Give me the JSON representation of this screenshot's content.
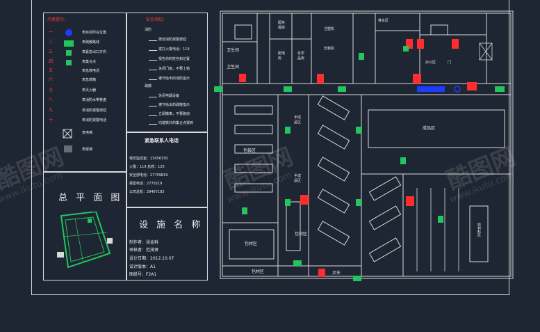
{
  "legend": {
    "title": "示意提示：",
    "rows": [
      {
        "num": "一",
        "text": "表目前所在位置"
      },
      {
        "num": "二",
        "text": "表疏散路线"
      },
      {
        "num": "三",
        "text": "表紧急出口方向"
      },
      {
        "num": "四",
        "text": "表集合点"
      },
      {
        "num": "五",
        "text": "表急救电话"
      },
      {
        "num": "六",
        "text": "表急救箱"
      },
      {
        "num": "七",
        "text": "表灭火器"
      },
      {
        "num": "八",
        "text": "表消防水带卷盘"
      },
      {
        "num": "九",
        "text": "表消防报警按钮"
      },
      {
        "num": "十",
        "text": "表消防报警电话"
      },
      {
        "num": "",
        "text": "表电梯"
      },
      {
        "num": "",
        "text": "表楼梯"
      }
    ]
  },
  "safety": {
    "title": "安全须知：",
    "fire_title": "消防",
    "fire_items": [
      "按动消防报警按钮",
      "拨打火警电话：119",
      "报告你的姓名和位置",
      "关闭门窗，不要上锁",
      "遵守给出的消防指示"
    ],
    "evac_title": "疏散",
    "evac_items": [
      "关闭电器设备",
      "遵守给出的疏散指示",
      "立即撤离，不要跑动",
      "向建筑外的集合点报到"
    ]
  },
  "contacts": {
    "title": "紧急联系人电话",
    "rows": [
      "保安监控室：23056330",
      "火警：119    急救：120",
      "安全部电话：27709819",
      "报案电话：2770219",
      "公司总机：29467183"
    ]
  },
  "general_plan_title": "总 平 面 图",
  "facility": {
    "title": "设 施 名 称",
    "maker": "制作者：张金科",
    "reviewer": "审核者：范茂贤",
    "date": "设计日期：2012.10.07",
    "version": "设计版本：A1",
    "drawing_no": "图纸号：F2A1"
  },
  "rooms": {
    "wc1": "卫生间",
    "wc2": "卫生间",
    "service": "服务\n视房",
    "power": "配电\n房",
    "chem": "化学\n品房",
    "molding1": "注塑机",
    "molding2": "剪板机",
    "packing_top": "包装区",
    "semi1": "半成\n品区",
    "semi2": "半成\n品区",
    "finished": "成品区",
    "material1": "包材区",
    "material2": "包材区",
    "material3": "包材区",
    "fork": "叉车",
    "storage": "堆车区",
    "office": "办公区",
    "gate": "门",
    "raw": "原材料区"
  },
  "watermark": {
    "brand": "酷图网",
    "url": "www.ikutu.com"
  },
  "colors": {
    "line": "#d9d9d9",
    "red": "#ff2d2d",
    "green": "#22c55e",
    "blue": "#1e3cff",
    "bg": "#1f2633"
  }
}
